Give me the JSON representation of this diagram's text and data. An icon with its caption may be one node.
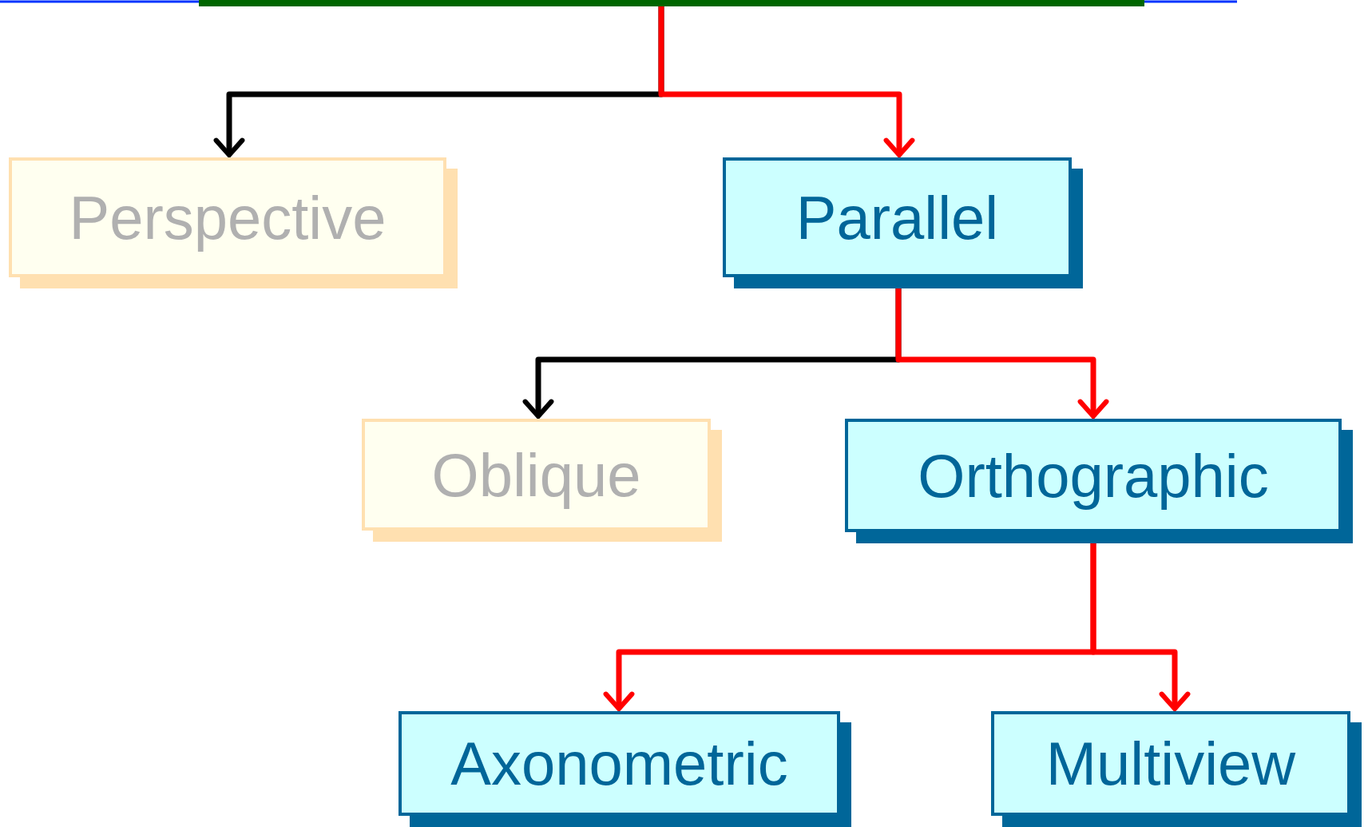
{
  "diagram": {
    "nodes": [
      {
        "text": [],
        "shape": "bar"
      },
      {
        "text": [
          "Perspective"
        ]
      },
      {
        "text": [
          "Parallel"
        ]
      },
      {
        "text": [
          "Oblique"
        ]
      },
      {
        "text": [
          "Orthographic"
        ]
      },
      {
        "text": [
          "Axonometric"
        ]
      },
      {
        "text": [
          "Multiview"
        ]
      }
    ],
    "edges": [
      {
        "from": 0,
        "to": 1,
        "arrow": "to",
        "color": "#000000"
      },
      {
        "from": 0,
        "to": 2,
        "arrow": "to"
      },
      {
        "from": 2,
        "to": 3,
        "arrow": "to",
        "color": "#000000"
      },
      {
        "from": 2,
        "to": 4,
        "arrow": "to"
      },
      {
        "from": 4,
        "to": 5,
        "arrow": "to"
      },
      {
        "from": 4,
        "to": 6,
        "arrow": "to"
      }
    ]
  }
}
